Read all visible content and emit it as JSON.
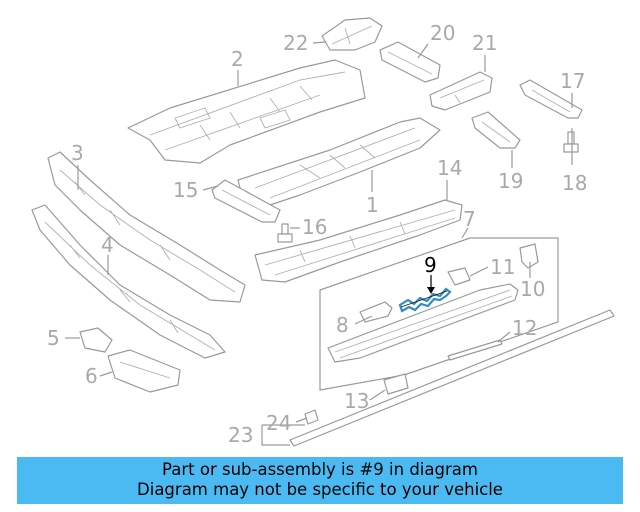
{
  "callouts": {
    "c1": "1",
    "c2": "2",
    "c3": "3",
    "c4": "4",
    "c5": "5",
    "c6": "6",
    "c7": "7",
    "c8": "8",
    "c9": "9",
    "c10": "10",
    "c11": "11",
    "c12": "12",
    "c13": "13",
    "c14": "14",
    "c15": "15",
    "c16": "16",
    "c17": "17",
    "c18": "18",
    "c19": "19",
    "c20": "20",
    "c21": "21",
    "c22": "22",
    "c23": "23",
    "c24": "24"
  },
  "highlighted_part": "9",
  "colors": {
    "banner": "#4bbaf3",
    "line_art": "#9a9a9a",
    "highlight_part": "#2d8fc0"
  },
  "banner": {
    "line1": "Part or sub-assembly is #9 in diagram",
    "line2": "Diagram may not be specific to your vehicle"
  }
}
